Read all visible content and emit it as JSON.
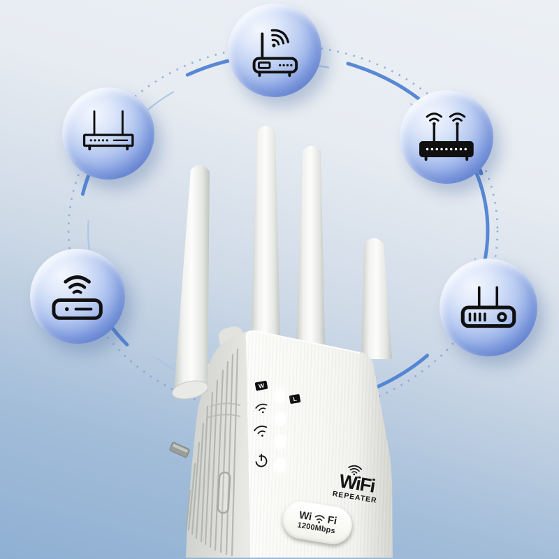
{
  "scene_title": "WiFi repeater product showcase",
  "device": {
    "logo": {
      "title": "WiFi",
      "subtitle": "REPEATER",
      "icon": "wifi-signal-icon"
    },
    "badge": {
      "left": "Wi",
      "right": "Fi",
      "speed": "1200Mbps",
      "icon": "wifi-signal-icon"
    },
    "indicators": {
      "wan_label": "W",
      "lan_label": "L",
      "rows": [
        {
          "icon": "wan-badge-icon"
        },
        {
          "icon": "wifi-band-1-icon"
        },
        {
          "icon": "wifi-band-2-icon"
        },
        {
          "icon": "power-icon"
        }
      ]
    },
    "antenna_count": 4,
    "led_count": 4
  },
  "bubbles": [
    {
      "position": "top",
      "icon": "modem-with-wifi-icon"
    },
    {
      "position": "upper-left",
      "icon": "flat-router-two-antenna-icon"
    },
    {
      "position": "upper-right",
      "icon": "wifi-router-two-antenna-icon"
    },
    {
      "position": "lower-left",
      "icon": "wireless-modem-icon"
    },
    {
      "position": "lower-right",
      "icon": "ethernet-router-ports-icon"
    }
  ],
  "colors": {
    "background_top": "#ecf0f5",
    "background_bottom": "#8fb0d3",
    "ring_blue": "#4b7fd2",
    "ring_dotted": "#7aa2d8",
    "bubble_blue": "#5c80d6",
    "icon_black": "#101010",
    "device_white": "#f7f7f4",
    "device_side_gray": "#c9cbc6",
    "led_white": "#ffffff"
  }
}
